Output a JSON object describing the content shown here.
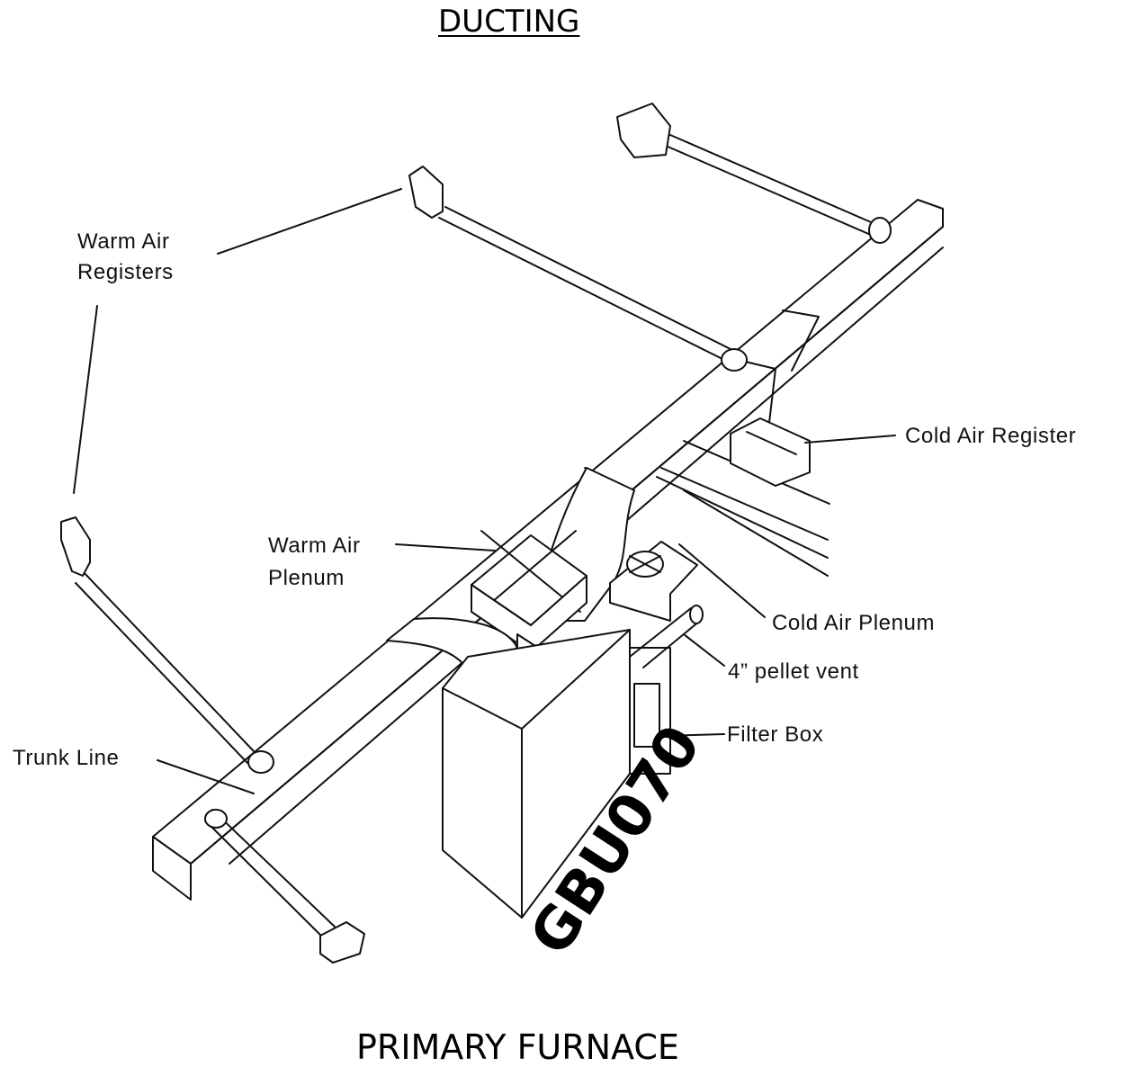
{
  "title": "DUCTING",
  "subtitle": "PRIMARY FURNACE",
  "stamp": "GBU070",
  "labels": {
    "warm_air_registers_line1": "Warm Air",
    "warm_air_registers_line2": "Registers",
    "warm_air_plenum_line1": "Warm Air",
    "warm_air_plenum_line2": "Plenum",
    "cold_air_register": "Cold Air Register",
    "cold_air_plenum": "Cold Air Plenum",
    "pellet_vent": "4” pellet vent",
    "filter_box": "Filter Box",
    "trunk_line": "Trunk Line"
  }
}
